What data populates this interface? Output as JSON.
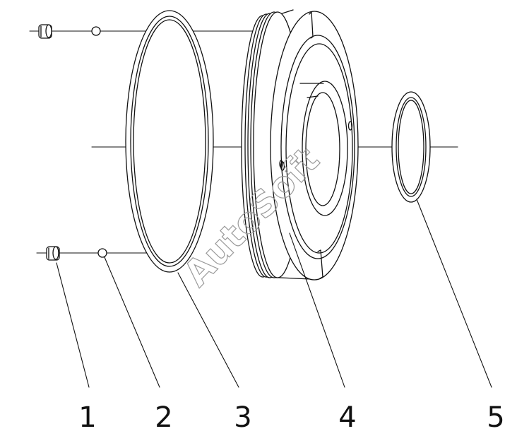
{
  "diagram": {
    "part_labels": [
      "1",
      "2",
      "3",
      "4",
      "5"
    ],
    "watermark": "AutoSoft",
    "colors": {
      "line": "#111111",
      "watermark": "#9a9a9a",
      "background": "#ffffff"
    }
  }
}
